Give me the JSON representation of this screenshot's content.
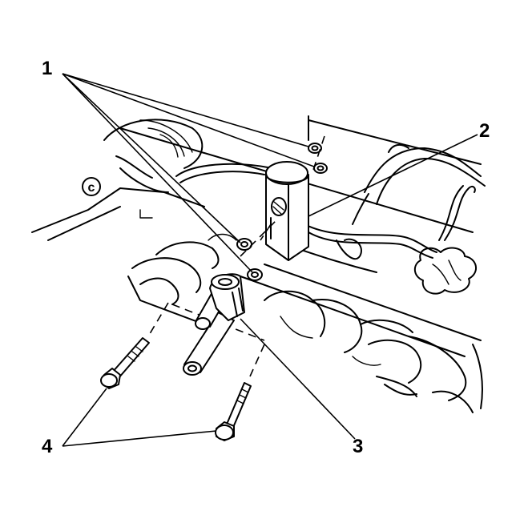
{
  "callouts": {
    "c1": "1",
    "c2": "2",
    "c3": "3",
    "c4": "4"
  },
  "engine_stamp": "c"
}
